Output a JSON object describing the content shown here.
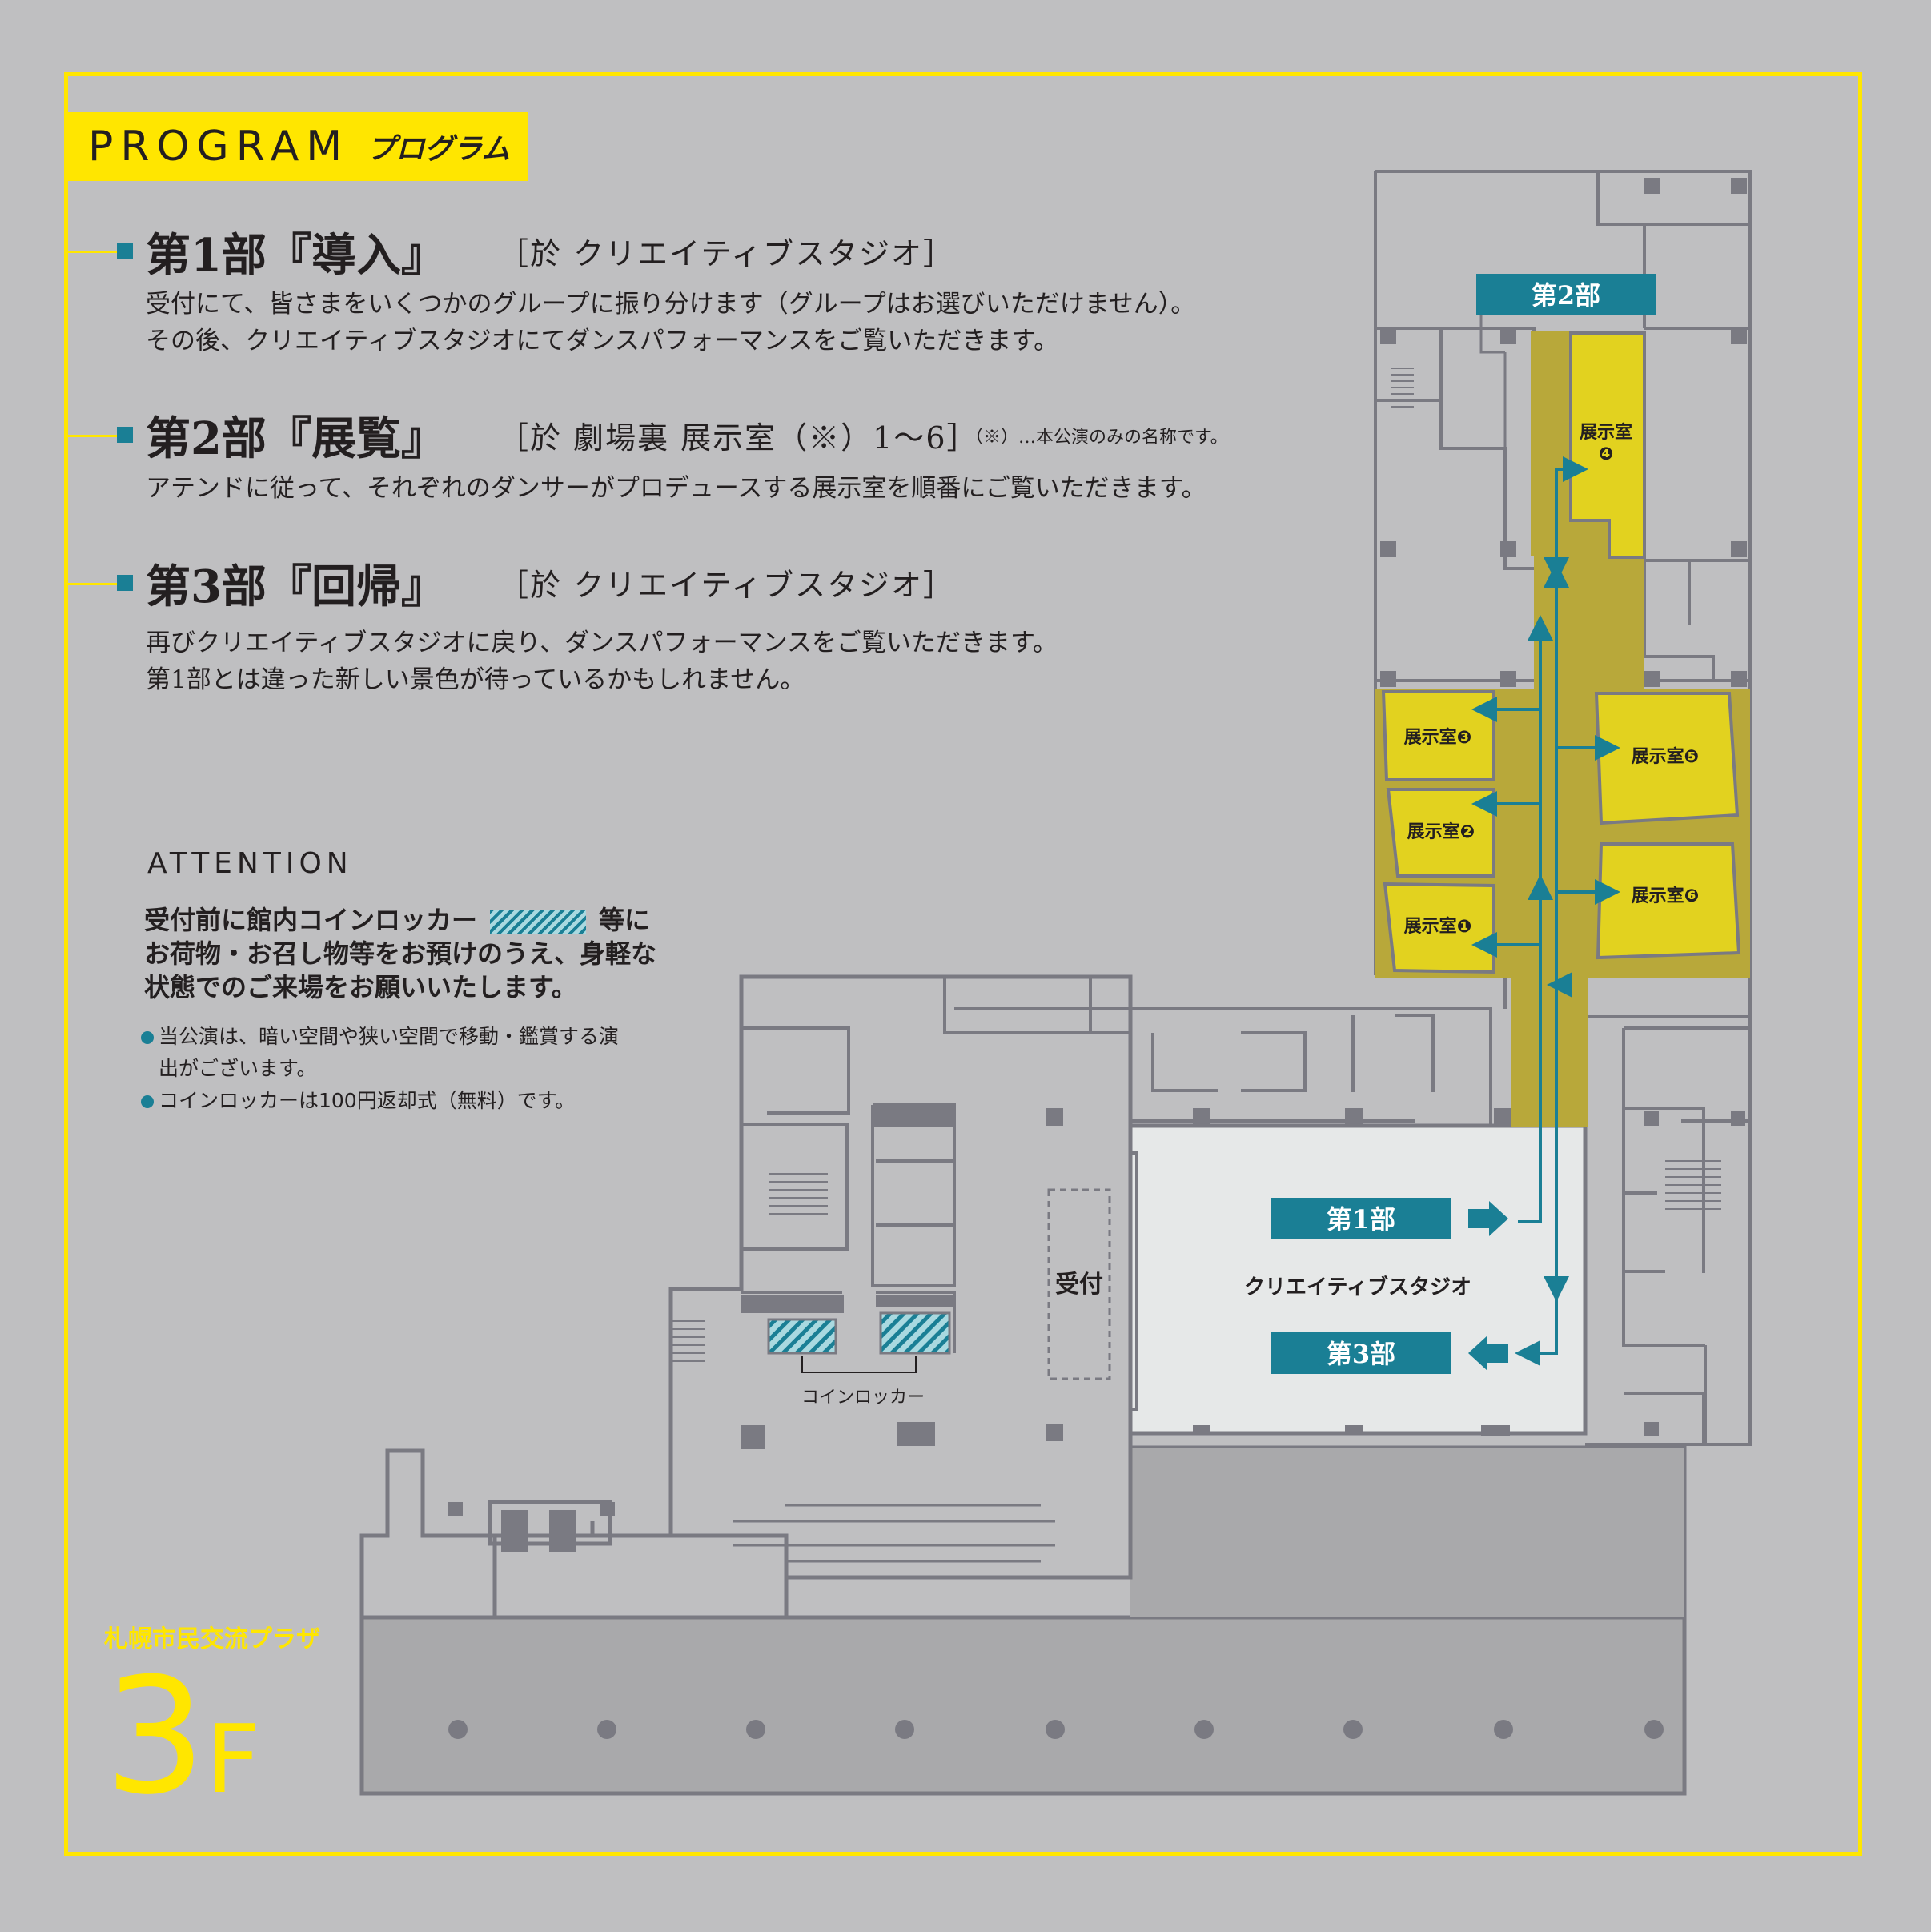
{
  "program": {
    "title_en": "PROGRAM",
    "title_jp": "プログラム"
  },
  "sections": [
    {
      "title": "第1部『導入』",
      "place": "［於 クリエイティブスタジオ］",
      "note": "",
      "lines": [
        "受付にて、皆さまをいくつかのグループに振り分けます（グループはお選びいただけません）。",
        "その後、クリエイティブスタジオにてダンスパフォーマンスをご覧いただきます。"
      ]
    },
    {
      "title": "第2部『展覧』",
      "place": "［於 劇場裏 展示室（※）1〜6］",
      "note": "（※）…本公演のみの名称です。",
      "lines": [
        "アテンドに従って、それぞれのダンサーがプロデュースする展示室を順番にご覧いただきます。"
      ]
    },
    {
      "title": "第3部『回帰』",
      "place": "［於 クリエイティブスタジオ］",
      "note": "",
      "lines": [
        "再びクリエイティブスタジオに戻り、ダンスパフォーマンスをご覧いただきます。",
        "第1部とは違った新しい景色が待っているかもしれません。"
      ]
    }
  ],
  "attention": {
    "heading": "ATTENTION",
    "line1a": "受付前に館内コインロッカー",
    "line1b": "等に",
    "line2": "お荷物・お召し物等をお預けのうえ、身軽な",
    "line3": "状態でのご来場をお願いいたします。",
    "bullet1a": "当公演は、暗い空間や狭い空間で移動・鑑賞する演",
    "bullet1b": "出がございます。",
    "bullet2": "コインロッカーは100円返却式（無料）です。"
  },
  "map": {
    "part2_label": "第2部",
    "part1_label": "第1部",
    "part3_label": "第3部",
    "room1": "展示室❶",
    "room2": "展示室❷",
    "room3": "展示室❸",
    "room4a": "展示室",
    "room4b": "❹",
    "room5": "展示室❺",
    "room6": "展示室❻",
    "studio": "クリエイティブスタジオ",
    "reception": "受付",
    "locker": "コインロッカー"
  },
  "floor": {
    "name": "札幌市民交流プラザ",
    "number": "3",
    "suffix": "F"
  },
  "colors": {
    "background": "#bfbfc1",
    "yellow": "#ffe600",
    "teal": "#1a7f95",
    "olive": "#b8a83a",
    "room": "#e2d21f",
    "wall": "#7a7a82"
  }
}
